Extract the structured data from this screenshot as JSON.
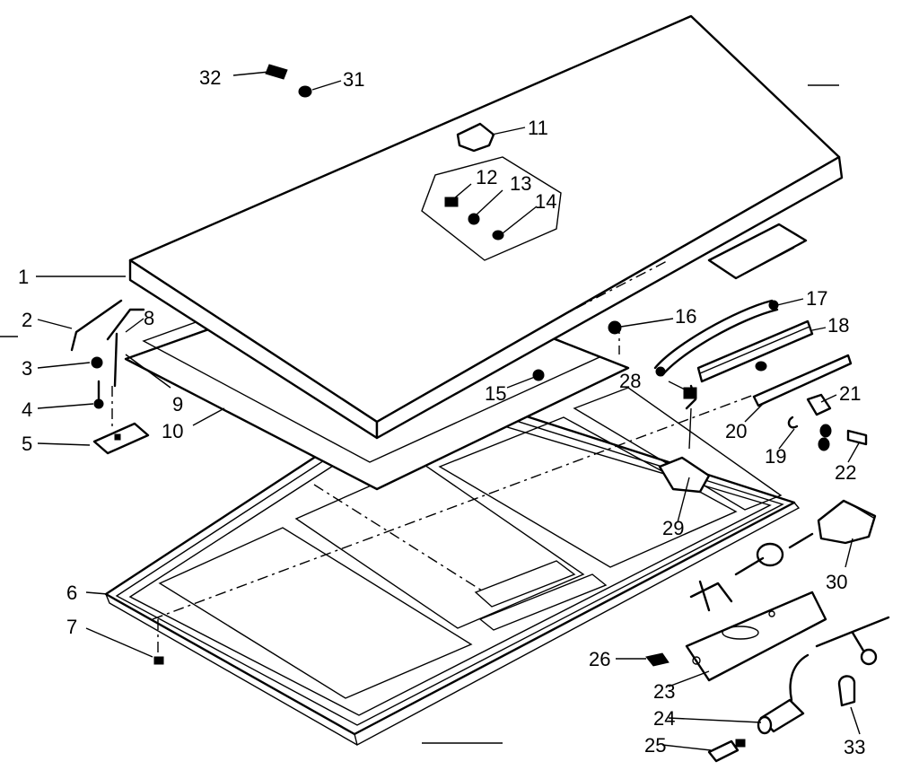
{
  "diagram": {
    "labels": {
      "p1": "1",
      "p2": "2",
      "p3": "3",
      "p4": "4",
      "p5": "5",
      "p6": "6",
      "p7": "7",
      "p8": "8",
      "p9": "9",
      "p10": "10",
      "p11": "11",
      "p12": "12",
      "p13": "13",
      "p14": "14",
      "p15": "15",
      "p16": "16",
      "p17": "17",
      "p18": "18",
      "p19": "19",
      "p20": "20",
      "p21": "21",
      "p22": "22",
      "p23": "23",
      "p24": "24",
      "p25": "25",
      "p26": "26",
      "p28": "28",
      "p29": "29",
      "p30": "30",
      "p31": "31",
      "p32": "32",
      "p33": "33"
    }
  }
}
